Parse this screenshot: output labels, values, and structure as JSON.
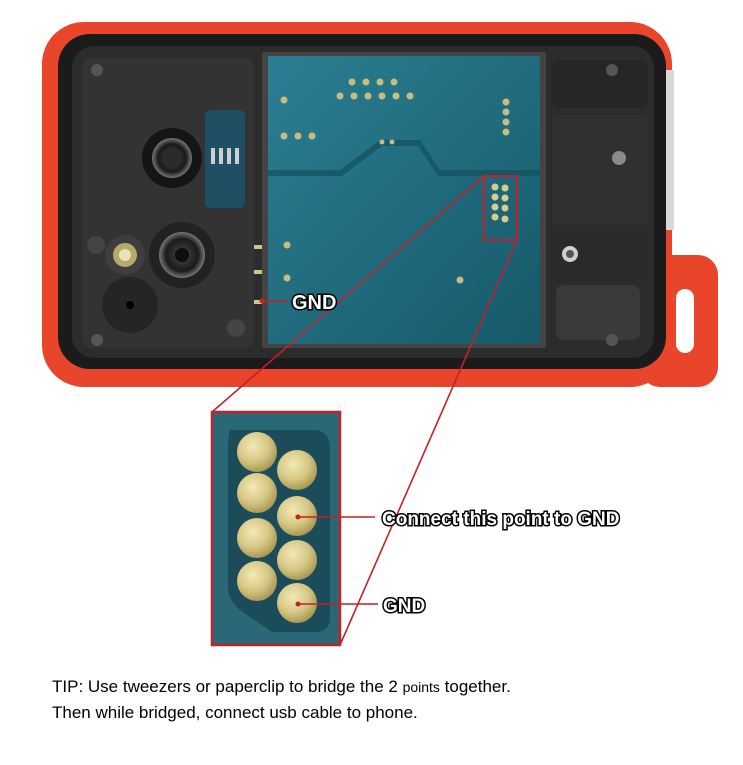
{
  "labels": {
    "gnd_phone": "GND",
    "connect_point": "Connect this point to GND",
    "gnd_zoom": "GND"
  },
  "tip": {
    "line1_start": "TIP: Use tweezers or paperclip to bridge the 2",
    "line1_small": "points",
    "line1_end": "together.",
    "line2": "Then while bridged, connect usb cable to phone."
  },
  "colors": {
    "phone_shell": "#e8452a",
    "bezel": "#1b1b1b",
    "pcb": "#1d6b7e",
    "pad_gold": "#d9cc8c",
    "highlight_red": "#c42127"
  }
}
